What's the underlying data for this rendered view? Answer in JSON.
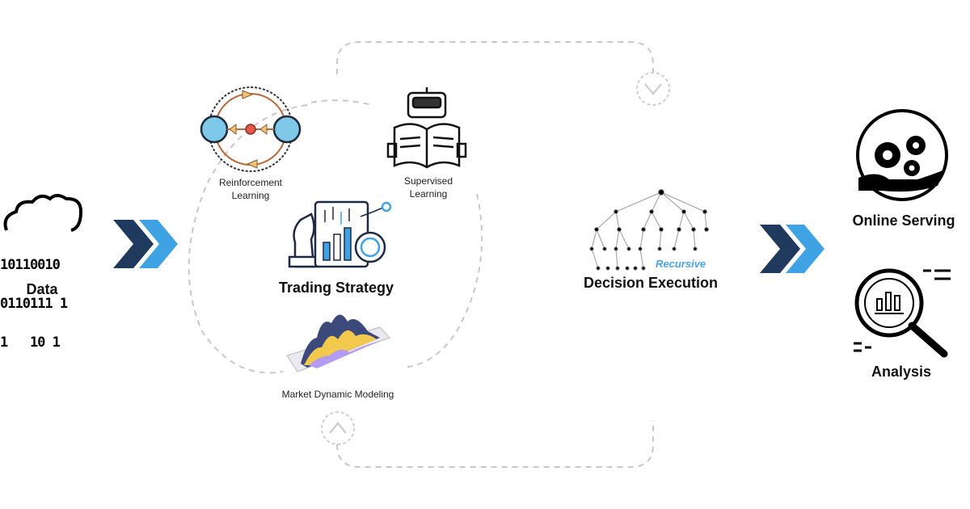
{
  "nodes": {
    "data": {
      "label": "Data",
      "binary_lines": [
        "10110010",
        "0110111 1",
        "1   10 1"
      ]
    },
    "reinforcement": {
      "line1": "Reinforcement",
      "line2": "Learning"
    },
    "supervised": {
      "line1": "Supervised",
      "line2": "Learning"
    },
    "trading": {
      "label": "Trading Strategy"
    },
    "market": {
      "label": "Market Dynamic Modeling"
    },
    "decision": {
      "label": "Decision Execution",
      "tag": "Recursive"
    },
    "online": {
      "label": "Online Serving"
    },
    "analysis": {
      "label": "Analysis"
    }
  },
  "colors": {
    "chevron_dark": "#1f3a5c",
    "chevron_light": "#3fa2e3",
    "dashed": "#c8c8c8",
    "recursive": "#4aa3e6"
  },
  "icons": [
    "cloud-binary-icon",
    "chevron-double-icon",
    "reinforcement-cycle-icon",
    "robot-book-icon",
    "chess-chart-icon",
    "mountain-chart-icon",
    "decision-tree-icon",
    "hand-gears-icon",
    "magnifier-chart-icon",
    "chevron-down-icon",
    "chevron-up-icon"
  ]
}
